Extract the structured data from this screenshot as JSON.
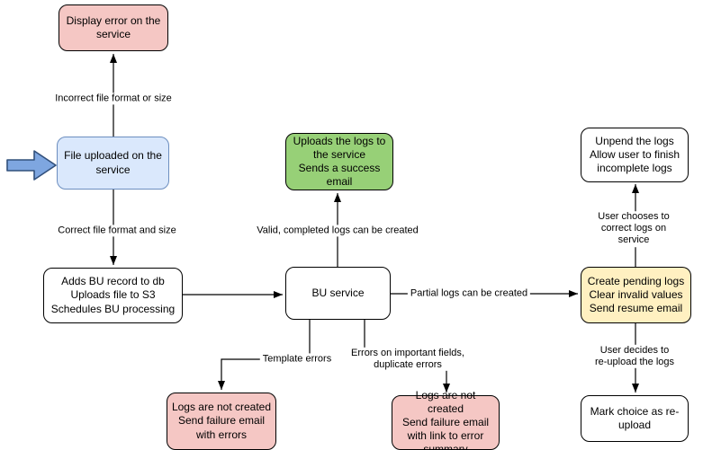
{
  "diagram": {
    "background": "#ffffff",
    "colors": {
      "node_stroke": "#000000",
      "pink_fill": "#f5c7c4",
      "blue_fill": "#dae8fc",
      "blue_stroke": "#6c8ebf",
      "green_fill": "#97d077",
      "yellow_fill": "#fff0c1",
      "white_fill": "#ffffff",
      "entry_arrow_fill": "#7ea6e0",
      "entry_arrow_stroke": "#31507b",
      "edge_color": "#000000"
    },
    "nodes": [
      {
        "id": "display-error",
        "color": "pink",
        "label": "Display error on the service"
      },
      {
        "id": "file-uploaded",
        "color": "blue",
        "label": "File uploaded on the service"
      },
      {
        "id": "adds-bu-record",
        "color": "white",
        "label": "Adds BU record to db\nUploads file to S3\nSchedules BU processing"
      },
      {
        "id": "uploads-logs-success",
        "color": "green",
        "label": "Uploads the logs to the service\nSends a success email"
      },
      {
        "id": "bu-service",
        "color": "white",
        "label": "BU service"
      },
      {
        "id": "unpend-logs",
        "color": "white",
        "label": "Unpend the logs\nAllow user to finish incomplete logs"
      },
      {
        "id": "create-pending-logs",
        "color": "yellow",
        "label": "Create pending logs\nClear invalid values\nSend resume email"
      },
      {
        "id": "fail-template",
        "color": "pink",
        "label": "Logs are not created\nSend failure email with errors"
      },
      {
        "id": "fail-fields",
        "color": "pink",
        "label": "Logs are not created\nSend failure email with link to error summary"
      },
      {
        "id": "mark-reupload",
        "color": "white",
        "label": "Mark choice as re-upload"
      }
    ],
    "edges": [
      {
        "from": "file-uploaded",
        "to": "display-error",
        "label": "Incorrect file format or size"
      },
      {
        "from": "file-uploaded",
        "to": "adds-bu-record",
        "label": "Correct file format and size"
      },
      {
        "from": "adds-bu-record",
        "to": "bu-service",
        "label": ""
      },
      {
        "from": "bu-service",
        "to": "uploads-logs-success",
        "label": "Valid, completed logs can be created"
      },
      {
        "from": "bu-service",
        "to": "create-pending-logs",
        "label": "Partial logs can be created"
      },
      {
        "from": "create-pending-logs",
        "to": "unpend-logs",
        "label": "User chooses to correct logs on service"
      },
      {
        "from": "create-pending-logs",
        "to": "mark-reupload",
        "label": "User decides to re-upload the logs"
      },
      {
        "from": "bu-service",
        "to": "fail-template",
        "label": "Template errors"
      },
      {
        "from": "bu-service",
        "to": "fail-fields",
        "label": "Errors on important fields,\nduplicate errors"
      }
    ]
  }
}
